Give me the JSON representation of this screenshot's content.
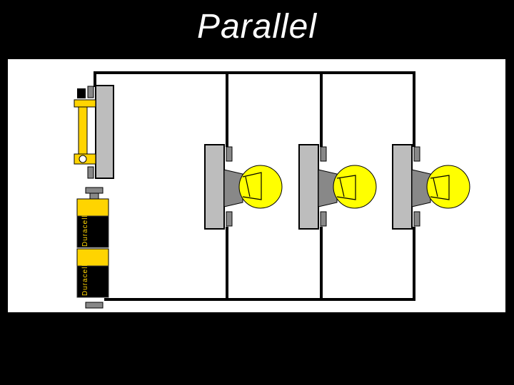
{
  "title": "Parallel",
  "batteries": [
    {
      "brand": "Duracell"
    },
    {
      "brand": "Duracell"
    }
  ],
  "bulb_count": 3,
  "colors": {
    "background": "#000000",
    "panel": "#ffffff",
    "wire": "#000000",
    "bulb": "#ffff00",
    "socket": "#c0c0c0",
    "battery_top": "#ffd400",
    "battery_body": "#000000",
    "switch": "#ffd400"
  }
}
